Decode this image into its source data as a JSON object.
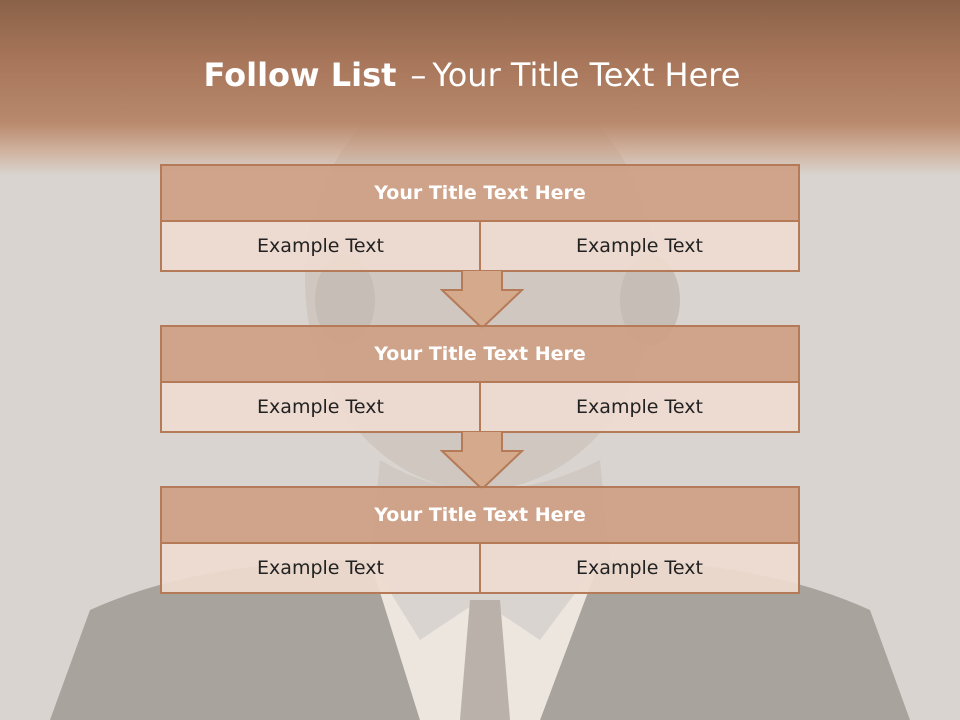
{
  "slide": {
    "title_bold": "Follow List",
    "title_separator": "–",
    "title_rest": "Your Title Text Here"
  },
  "flow": [
    {
      "title": "Your Title Text Here",
      "left": "Example Text",
      "right": "Example Text"
    },
    {
      "title": "Your Title Text Here",
      "left": "Example Text",
      "right": "Example Text"
    },
    {
      "title": "Your Title Text Here",
      "left": "Example Text",
      "right": "Example Text"
    }
  ],
  "colors": {
    "header": "#a8765a",
    "box_header": "#cea084",
    "box_cell": "#eedad0",
    "border": "#b57a58"
  },
  "icons": [
    "down-arrow-icon",
    "down-arrow-icon"
  ]
}
